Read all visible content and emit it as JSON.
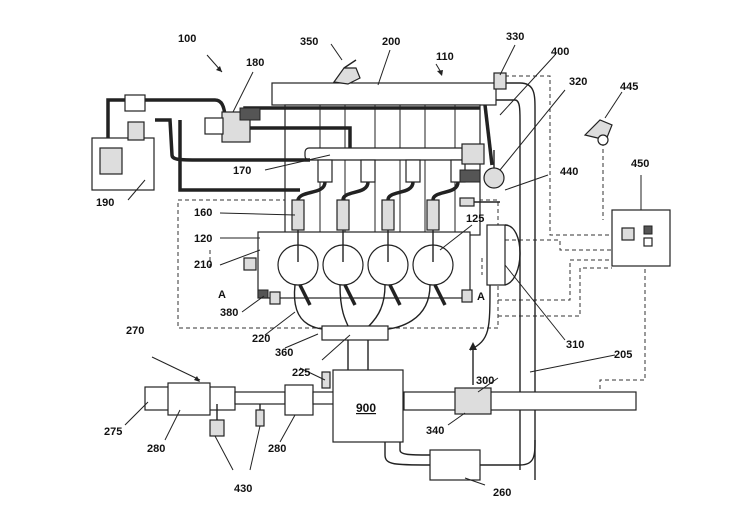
{
  "labels": {
    "r100": "100",
    "r110": "110",
    "r120": "120",
    "r125": "125",
    "r160": "160",
    "r170": "170",
    "r180": "180",
    "r190": "190",
    "r200": "200",
    "r205": "205",
    "r210": "210",
    "r220": "220",
    "r225": "225",
    "r260": "260",
    "r270": "270",
    "r275": "275",
    "r280a": "280",
    "r280b": "280",
    "r300": "300",
    "r310": "310",
    "r320": "320",
    "r330": "330",
    "r340": "340",
    "r350": "350",
    "r360": "360",
    "r380": "380",
    "r400": "400",
    "r430": "430",
    "r440": "440",
    "r445": "445",
    "r450": "450",
    "sectionA1": "A",
    "sectionA2": "A",
    "r900": "900"
  }
}
